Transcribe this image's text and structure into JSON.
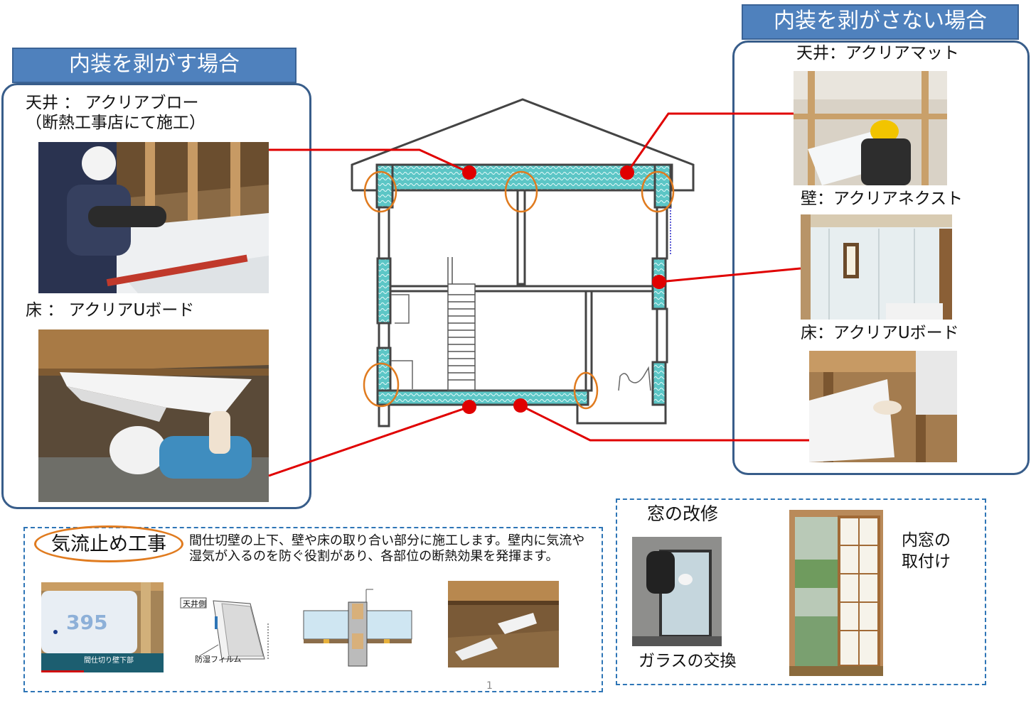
{
  "left_panel": {
    "title": "内装を剥がす場合",
    "ceiling_label": "天井 ： アクリアブロー",
    "ceiling_note": "（断熱工事店にて施工）",
    "floor_label": "床 ： アクリアUボード"
  },
  "right_panel": {
    "title": "内装を剥がさない場合",
    "ceiling_label": "天井：アクリアマット",
    "wall_label": "壁：アクリアネクスト",
    "floor_label": "床：アクリアUボード"
  },
  "airflow": {
    "title": "気流止め工事",
    "description": "間仕切壁の上下、壁や床の取り合い部分に施工します。壁内に気流や湿気が入るのを防ぐ役割があり、各部位の断熱効果を発揮ます。",
    "photo1_number": "395",
    "photo1_caption": "間仕切り壁下部",
    "diagram_label_top": "天井側",
    "diagram_label_film": "防湿フィルム"
  },
  "window": {
    "title": "窓の改修",
    "glass_caption": "ガラスの交換",
    "inner_window_caption_1": "内窓の",
    "inner_window_caption_2": "取付け"
  },
  "page_number": "1",
  "colors": {
    "tab_blue": "#4f81bd",
    "panel_border": "#385d8a",
    "insulation": "#5cc6c6",
    "leader_red": "#e00000",
    "highlight_orange": "#e07b1f",
    "dashed_blue": "#2e75b6"
  }
}
